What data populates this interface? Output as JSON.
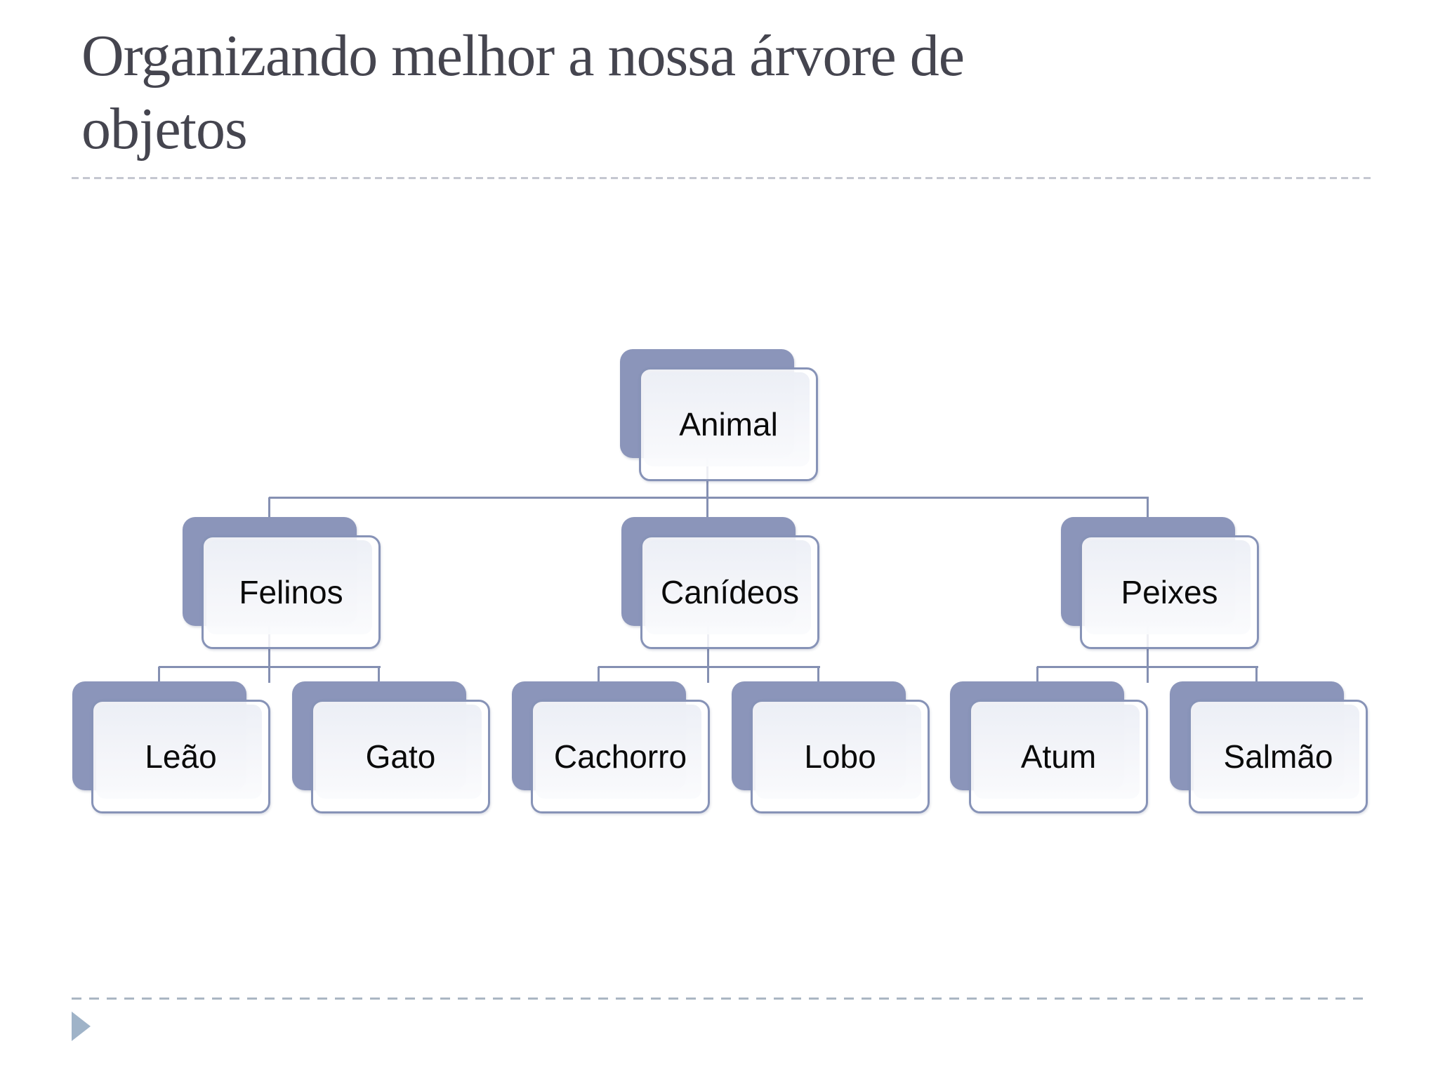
{
  "slide": {
    "title": "Organizando melhor a nossa árvore de objetos"
  },
  "diagram": {
    "type": "org-chart-tree",
    "root": {
      "label": "Animal",
      "children": [
        {
          "label": "Felinos",
          "children": [
            {
              "label": "Leão"
            },
            {
              "label": "Gato"
            }
          ]
        },
        {
          "label": "Canídeos",
          "children": [
            {
              "label": "Cachorro"
            },
            {
              "label": "Lobo"
            }
          ]
        },
        {
          "label": "Peixes",
          "children": [
            {
              "label": "Atum"
            },
            {
              "label": "Salmão"
            }
          ]
        }
      ]
    }
  },
  "footer": {
    "nav_icon": "play-triangle-icon"
  },
  "colors": {
    "node_back": "#8b95ba",
    "node_border": "#8793b7",
    "node_fill_top": "#edeff6",
    "connector": "#8590b2",
    "title_text": "#45454f",
    "divider_top": "#c5c7d0",
    "divider_bottom": "#aab6c3",
    "nav_triangle": "#9fb3c8"
  }
}
